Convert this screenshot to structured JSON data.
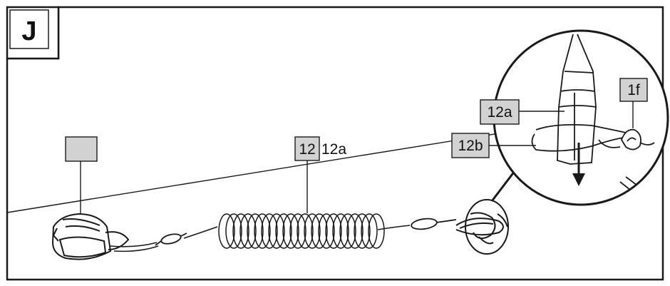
{
  "figure": {
    "step_letter": "J",
    "labels": {
      "empty_box": "",
      "coil_a": "12",
      "coil_b": "12a",
      "zoom_12a": "12a",
      "zoom_12b": "12b",
      "zoom_1f": "1f"
    }
  },
  "colors": {
    "line": "#1a1a1a",
    "label_fill": "#d2d2d2",
    "background": "#ffffff"
  }
}
